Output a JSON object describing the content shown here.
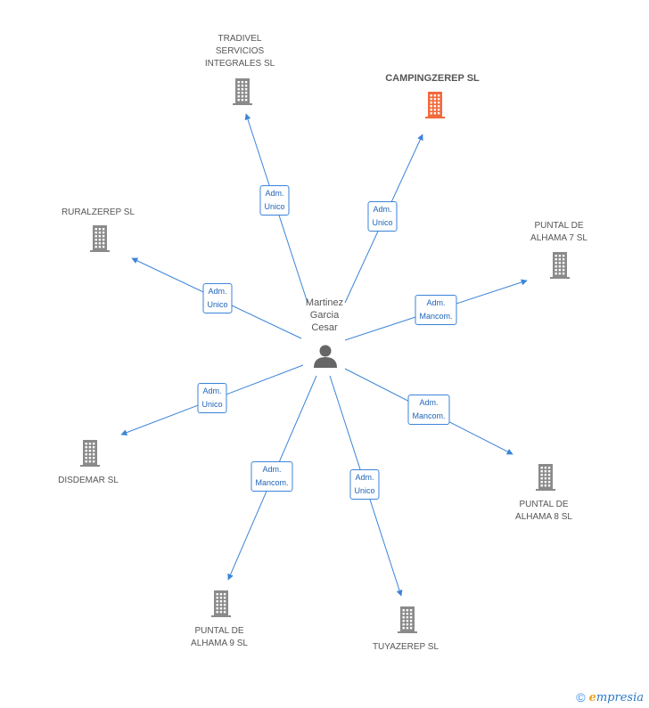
{
  "person": {
    "name": "Martinez\nGarcia\nCesar"
  },
  "colors": {
    "edge": "#3b84d8",
    "building": "#8a8a8a",
    "highlight": "#f26a3c"
  },
  "icons": {
    "company": "building-icon",
    "person": "person-icon"
  },
  "companies": [
    {
      "id": "tradivel",
      "label": "TRADIVEL\nSERVICIOS\nINTEGRALES SL",
      "highlight": false,
      "role": "Adm.\nUnico"
    },
    {
      "id": "campingzerep",
      "label": "CAMPINGZEREP SL",
      "highlight": true,
      "role": "Adm.\nUnico"
    },
    {
      "id": "ruralzerep",
      "label": "RURALZEREP SL",
      "highlight": false,
      "role": "Adm.\nUnico"
    },
    {
      "id": "puntal7",
      "label": "PUNTAL DE\nALHAMA 7 SL",
      "highlight": false,
      "role": "Adm.\nMancom."
    },
    {
      "id": "disdemar",
      "label": "DISDEMAR  SL",
      "highlight": false,
      "role": "Adm.\nUnico"
    },
    {
      "id": "puntal8",
      "label": "PUNTAL DE\nALHAMA 8 SL",
      "highlight": false,
      "role": "Adm.\nMancom."
    },
    {
      "id": "puntal9",
      "label": "PUNTAL DE\nALHAMA 9 SL",
      "highlight": false,
      "role": "Adm.\nMancom."
    },
    {
      "id": "tuyazerep",
      "label": "TUYAZEREP SL",
      "highlight": false,
      "role": "Adm.\nUnico"
    }
  ],
  "footer": {
    "copyright": "©",
    "brand_initial": "e",
    "brand_rest": "mpresia"
  }
}
